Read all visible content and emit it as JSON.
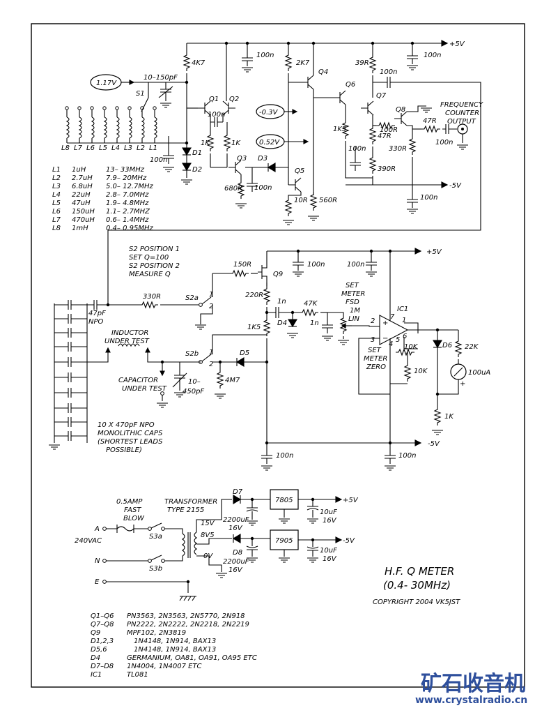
{
  "title": {
    "line1": "H.F. Q METER",
    "line2": "(0.4- 30MHz)",
    "copyright": "COPYRIGHT 2004 VK5JST"
  },
  "watermark": {
    "chinese": "矿石收音机",
    "url": "www.crystalradio.cn"
  },
  "rails": {
    "pos5": "+5V",
    "neg5": "-5V"
  },
  "voltages": {
    "v117": "1.17V",
    "v03": "-0.3V",
    "v052": "0.52V"
  },
  "inductors": [
    "L8",
    "L7",
    "L6",
    "L5",
    "L4",
    "L3",
    "L2",
    "L1"
  ],
  "inductor_table": [
    [
      "L1",
      "1uH",
      "13– 33MHz"
    ],
    [
      "L2",
      "2.7uH",
      "7.9– 20MHz"
    ],
    [
      "L3",
      "6.8uH",
      "5.0– 12.7MHz"
    ],
    [
      "L4",
      "22uH",
      "2.8– 7.0MHz"
    ],
    [
      "L5",
      "47uH",
      "1.9– 4.8MHz"
    ],
    [
      "L6",
      "150uH",
      "1.1– 2.7MHZ"
    ],
    [
      "L7",
      "470uH",
      "0.6– 1.4MHz"
    ],
    [
      "L8",
      "1mH",
      "0.4– 0.95MHz"
    ]
  ],
  "upper_labels": {
    "r4k7": "4K7",
    "c100n_a": "100n",
    "r2k7": "2K7",
    "q4": "Q4",
    "r39r": "39R",
    "c100n_b": "100n",
    "c100n_c": "100n",
    "vcap": "10–150pF",
    "s1": "S1",
    "q1": "Q1",
    "q2": "Q2",
    "c100n_d": "100n",
    "q6": "Q6",
    "q7": "Q7",
    "q8": "Q8",
    "freq1": "FREQUENCY",
    "freq2": "COUNTER",
    "freq3": "OUTPUT",
    "r1k_a": "1K",
    "r1k_b": "1K",
    "r1k5": "1K5",
    "r100r": "100R",
    "r47r_a": "47R",
    "r47r_b": "47R",
    "c100n_e": "100n",
    "r330r": "330R",
    "c100n_f": "100n",
    "c100n_g": "100n",
    "d1": "D1",
    "d2": "D2",
    "q3": "Q3",
    "d3": "D3",
    "q5": "Q5",
    "r390r": "390R",
    "r680r": "680R",
    "c100n_h": "100n",
    "r10r": "10R",
    "r560r": "560R",
    "c100n_i": "100n"
  },
  "middle_labels": {
    "s2pos1": "S2 POSITION 1",
    "setq": "SET Q=100",
    "s2pos2": "S2 POSITION 2",
    "measq": "MEASURE Q",
    "r150r": "150R",
    "q9": "Q9",
    "c100n_a": "100n",
    "c100n_b": "100n",
    "r220r": "220R",
    "c47pf": "47pF",
    "npo": "NPO",
    "r330r": "330R",
    "s2a": "S2a",
    "p1a": "1",
    "p2a": "2",
    "c1n_a": "1n",
    "r47k": "47K",
    "setmeter1": "SET",
    "setmeter2": "METER",
    "setmeter3": "FSD",
    "r1m": "1M",
    "lin": "LIN",
    "ic1": "IC1",
    "d4": "D4",
    "c1n_b": "1n",
    "r1k5": "1K5",
    "ind1": "INDUCTOR",
    "ind2": "UNDER TEST",
    "s2b": "S2b",
    "p1b": "1",
    "p2b": "2",
    "d5": "D5",
    "zero1": "SET",
    "zero2": "METER",
    "zero3": "ZERO",
    "r10k_a": "10K",
    "r10k_b": "10K",
    "d6": "D6",
    "r22k": "22K",
    "meter": "100uA",
    "cap1": "CAPACITOR",
    "cap2": "UNDER TEST",
    "r4m7": "4M7",
    "vcap2a": "10–",
    "vcap2b": "450pF",
    "caps1": "10 X 470pF NPO",
    "caps2": "MONOLITHIC CAPS",
    "caps3": "(SHORTEST LEADS",
    "caps4": "POSSIBLE)",
    "r1k": "1K",
    "c100n_c": "100n",
    "c100n_d": "100n",
    "pin2": "2",
    "pin3": "3",
    "pin7": "7",
    "pin4": "4",
    "pin5": "5",
    "pin6": "6",
    "pin1": "1"
  },
  "psu_labels": {
    "fuse1": "0.5AMP",
    "fuse2": "FAST",
    "fuse3": "BLOW",
    "tr1": "TRANSFORMER",
    "tr2": "TYPE 2155",
    "a": "A",
    "n": "N",
    "e": "E",
    "ac": "240VAC",
    "s3a": "S3a",
    "s3b": "S3b",
    "v15": "15V",
    "v8v5": "8V5",
    "v0": "0V",
    "d7": "D7",
    "d8": "D8",
    "c2200a": "2200uF",
    "c16a": "16V",
    "c2200b": "2200uF",
    "c16b": "16V",
    "reg1": "7805",
    "reg2": "7905",
    "c10ua": "10uF",
    "c16c": "16V",
    "c10ub": "10uF",
    "c16d": "16V",
    "pos": "+5V",
    "neg": "-5V"
  },
  "parts_list": [
    [
      "Q1–Q6",
      "PN3563,  2N3563,  2N5770,  2N918"
    ],
    [
      "Q7–Q8",
      "PN2222,  2N2222,  2N2218,  2N2219"
    ],
    [
      "Q9",
      "MPF102,  2N3819"
    ],
    [
      "D1,2,3",
      "1N4148,  1N914,  BAX13"
    ],
    [
      "D5,6",
      "1N4148,  1N914,  BAX13"
    ],
    [
      "D4",
      "GERMANIUM,  OA81,  OA91,  OA95  ETC"
    ],
    [
      "D7–D8",
      "1N4004,  1N4007  ETC"
    ],
    [
      "IC1",
      "TL081"
    ]
  ]
}
